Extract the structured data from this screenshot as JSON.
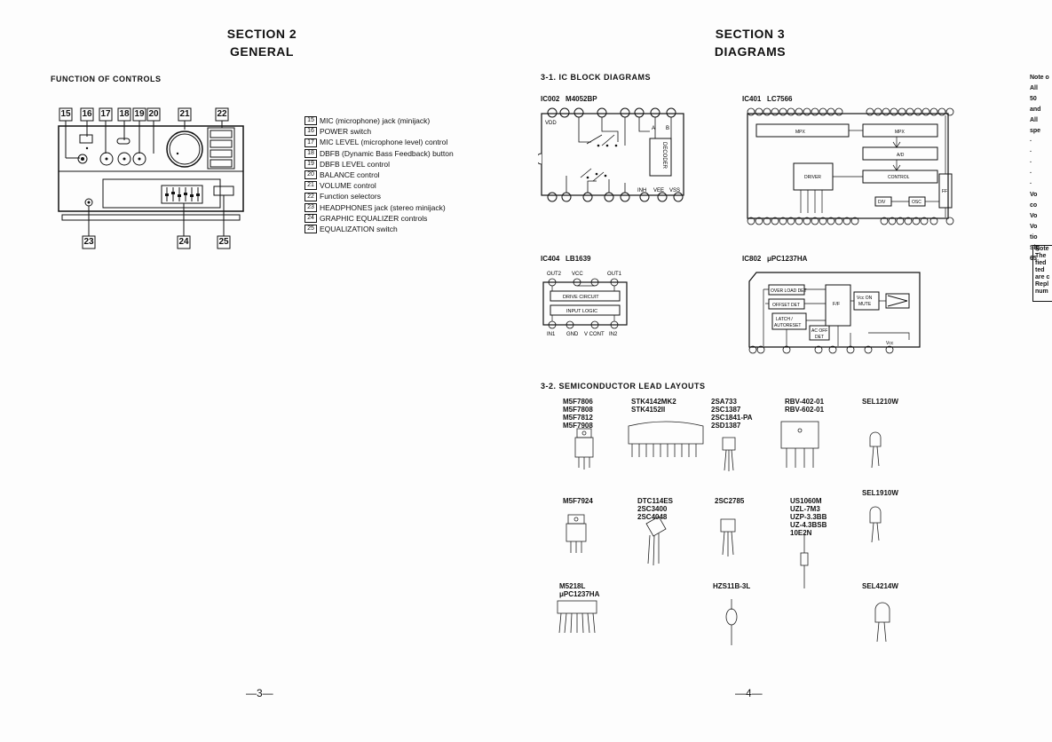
{
  "left": {
    "section": "SECTION 2",
    "section_sub": "GENERAL",
    "heading": "FUNCTION OF CONTROLS",
    "callouts_top": [
      "15",
      "16",
      "17",
      "18",
      "19",
      "20",
      "21",
      "22"
    ],
    "callouts_bottom": [
      "23",
      "24",
      "25"
    ],
    "legend": [
      {
        "num": "15",
        "text": "MIC (microphone) jack (minijack)"
      },
      {
        "num": "16",
        "text": "POWER switch"
      },
      {
        "num": "17",
        "text": "MIC LEVEL (microphone level) control"
      },
      {
        "num": "18",
        "text": "DBFB (Dynamic Bass Feedback) button"
      },
      {
        "num": "19",
        "text": "DBFB LEVEL control"
      },
      {
        "num": "20",
        "text": "BALANCE control"
      },
      {
        "num": "21",
        "text": "VOLUME control"
      },
      {
        "num": "22",
        "text": "Function selectors"
      },
      {
        "num": "23",
        "text": "HEADPHONES jack (stereo minijack)"
      },
      {
        "num": "24",
        "text": "GRAPHIC EQUALIZER controls"
      },
      {
        "num": "25",
        "text": "EQUALIZATION switch"
      }
    ],
    "page_number": "—3—"
  },
  "right": {
    "section": "SECTION 3",
    "section_sub": "DIAGRAMS",
    "ic_heading": "3-1.  IC BLOCK DIAGRAMS",
    "ic002": {
      "ref": "IC002",
      "part": "M4052BP",
      "vdd": "VDD",
      "decoder": "DECODER",
      "a": "A",
      "b": "B",
      "inh": "INH",
      "vee": "VEE",
      "vss": "VSS"
    },
    "ic401": {
      "ref": "IC401",
      "part": "LC7566",
      "mpx_l": "MPX",
      "mpx_r": "MPX",
      "ad": "A/D",
      "driver": "DRIVER",
      "control": "CONTROL",
      "div": "DIV",
      "osc": "OSC",
      "ff": "FF"
    },
    "ic404": {
      "ref": "IC404",
      "part": "LB1639",
      "out2": "OUT2",
      "vcc": "VCC",
      "out1": "OUT1",
      "drive": "DRIVE CIRCUIT",
      "input": "INPUT LOGIC",
      "in1": "IN1",
      "gnd": "GND",
      "vcont": "V CONT",
      "in2": "IN2"
    },
    "ic802": {
      "ref": "IC802",
      "part": "μPC1237HA",
      "overload": "OVER LOAD DET",
      "offset": "OFFSET DET",
      "latch1": "LATCH /",
      "latch2": "AUTORESET",
      "ff": "F/F",
      "vcc_on": "Vcc ON",
      "mute": "MUTE",
      "ac1": "AC OFF",
      "ac2": "DET",
      "vcc": "Vcc"
    },
    "lead_heading": "3-2.  SEMICONDUCTOR LEAD LAYOUTS",
    "groups": [
      {
        "lines": [
          "M5F7806",
          "M5F7808",
          "M5F7812",
          "M5F7908"
        ]
      },
      {
        "lines": [
          "STK4142MK2",
          "STK4152II"
        ]
      },
      {
        "lines": [
          "2SA733",
          "2SC1387",
          "2SC1841-PA",
          "2SD1387"
        ]
      },
      {
        "lines": [
          "RBV-402-01",
          "RBV-602-01"
        ]
      },
      {
        "lines": [
          "SEL1210W"
        ]
      },
      {
        "lines": [
          "SEL1910W"
        ]
      },
      {
        "lines": [
          "M5F7924"
        ]
      },
      {
        "lines": [
          "DTC114ES",
          "2SC3400",
          "2SC4048"
        ]
      },
      {
        "lines": [
          "2SC2785"
        ]
      },
      {
        "lines": [
          "US1060M",
          "UZL-7M3",
          "UZP-3.3BB",
          "UZ-4.3BSB",
          "10E2N"
        ]
      },
      {
        "lines": [
          "M5218L",
          "μPC1237HA"
        ]
      },
      {
        "lines": [
          "HZS11B-3L"
        ]
      },
      {
        "lines": [
          "SEL4214W"
        ]
      }
    ],
    "page_number": "—4—"
  },
  "edge": {
    "note": "Note o",
    "bullets": [
      "All",
      "50",
      "and",
      "All",
      "spe",
      "·",
      "·",
      "·",
      "·",
      "·",
      "Vo",
      "co",
      "Vo",
      "Vo",
      "tio",
      "Sig",
      "65"
    ],
    "note2": [
      "Note",
      "The",
      "fied",
      "ted",
      "are c",
      "Repl",
      "num"
    ]
  }
}
